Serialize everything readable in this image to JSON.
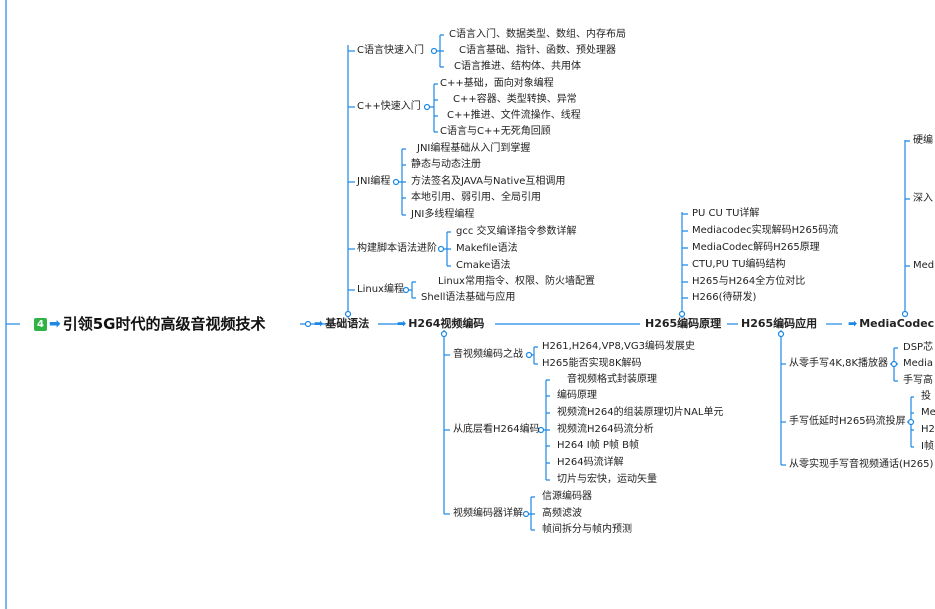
{
  "root": {
    "badge": "4",
    "title": "引领5G时代的高级音视频技术"
  },
  "main": {
    "basics": "基础语法",
    "h264": "H264视频编码",
    "h265_principle": "H265编码原理",
    "h265_app": "H265编码应用",
    "mediacodec": "MediaCodec"
  },
  "basics": {
    "c": {
      "label": "C语言快速入门",
      "items": [
        "C语言入门、数据类型、数组、内存布局",
        "C语言基础、指针、函数、预处理器",
        "C语言推进、结构体、共用体"
      ]
    },
    "cpp": {
      "label": "C++快速入门",
      "items": [
        "C++基础，面向对象编程",
        "C++容器、类型转换、异常",
        "C++推进、文件流操作、线程",
        "C语言与C++无死角回顾"
      ]
    },
    "jni": {
      "label": "JNI编程",
      "items": [
        "JNI编程基础从入门到掌握",
        "静态与动态注册",
        "方法签名及JAVA与Native互相调用",
        "本地引用、弱引用、全局引用",
        "JNI多线程编程"
      ]
    },
    "build": {
      "label": "构建脚本语法进阶",
      "items": [
        "gcc 交叉编译指令参数详解",
        "Makefile语法",
        "Cmake语法"
      ]
    },
    "linux": {
      "label": "Linux编程",
      "items": [
        "Linux常用指令、权限、防火墙配置",
        "Shell语法基础与应用"
      ]
    }
  },
  "h264": {
    "war": {
      "label": "音视频编码之战",
      "items": [
        "H261,H264,VP8,VG3编码发展史",
        "H265能否实现8K解码"
      ]
    },
    "bottom": {
      "label": "从底层看H264编码",
      "items": [
        "音视频格式封装原理",
        "编码原理",
        "视频流H264的组装原理切片NAL单元",
        "视频流H264码流分析",
        "H264 I帧 P帧 B帧",
        "H264码流详解",
        "切片与宏快，运动矢量"
      ]
    },
    "encoder": {
      "label": "视频编码器详解",
      "items": [
        "信源编码器",
        "高频滤波",
        "帧间拆分与帧内预测"
      ]
    }
  },
  "h265p": {
    "items": [
      "PU CU  TU详解",
      "Mediacodec实现解码H265码流",
      "MediaCodec解码H265原理",
      "CTU,PU TU编码结构",
      "H265与H264全方位对比",
      "H266(待研发)"
    ]
  },
  "h265a": {
    "player": {
      "label": "从零手写4K,8K播放器",
      "items": [
        "DSP芯",
        "Media",
        "手写高"
      ]
    },
    "screen": {
      "label": "手写低延时H265码流投屏",
      "items": [
        "投",
        "Me",
        "H2",
        "I帧"
      ]
    },
    "call": {
      "label": "从零实现手写音视频通话(H265)"
    }
  },
  "mc": {
    "items": [
      "硬编",
      "深入",
      "Med"
    ]
  },
  "colors": {
    "line": "#1e88e5",
    "badge": "#2fb344"
  }
}
